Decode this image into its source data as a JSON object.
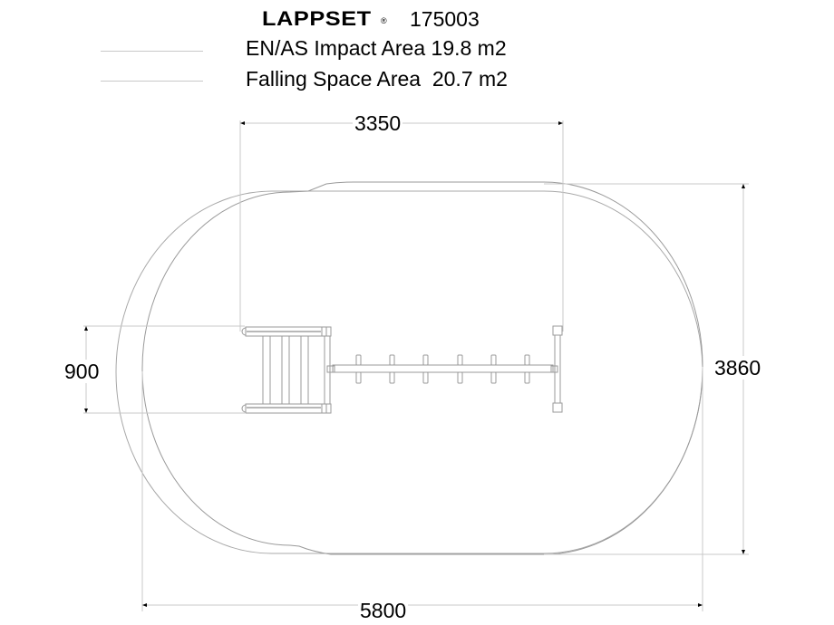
{
  "header": {
    "brand": "LAPPSET",
    "registered_mark": "®",
    "product_code": "175003"
  },
  "legend": [
    {
      "label": "EN/AS Impact Area 19.8 m2",
      "line_color": "#c8c8c8"
    },
    {
      "label": "Falling Space Area  20.7 m2",
      "line_color": "#c8c8c8"
    }
  ],
  "dimensions": {
    "top_width": "3350",
    "right_height": "3860",
    "left_height": "900",
    "bottom_width": "5800"
  },
  "colors": {
    "text": "#000000",
    "outline": "#9a9a9a",
    "dimension_line": "#c8c8c8",
    "background": "#ffffff"
  }
}
